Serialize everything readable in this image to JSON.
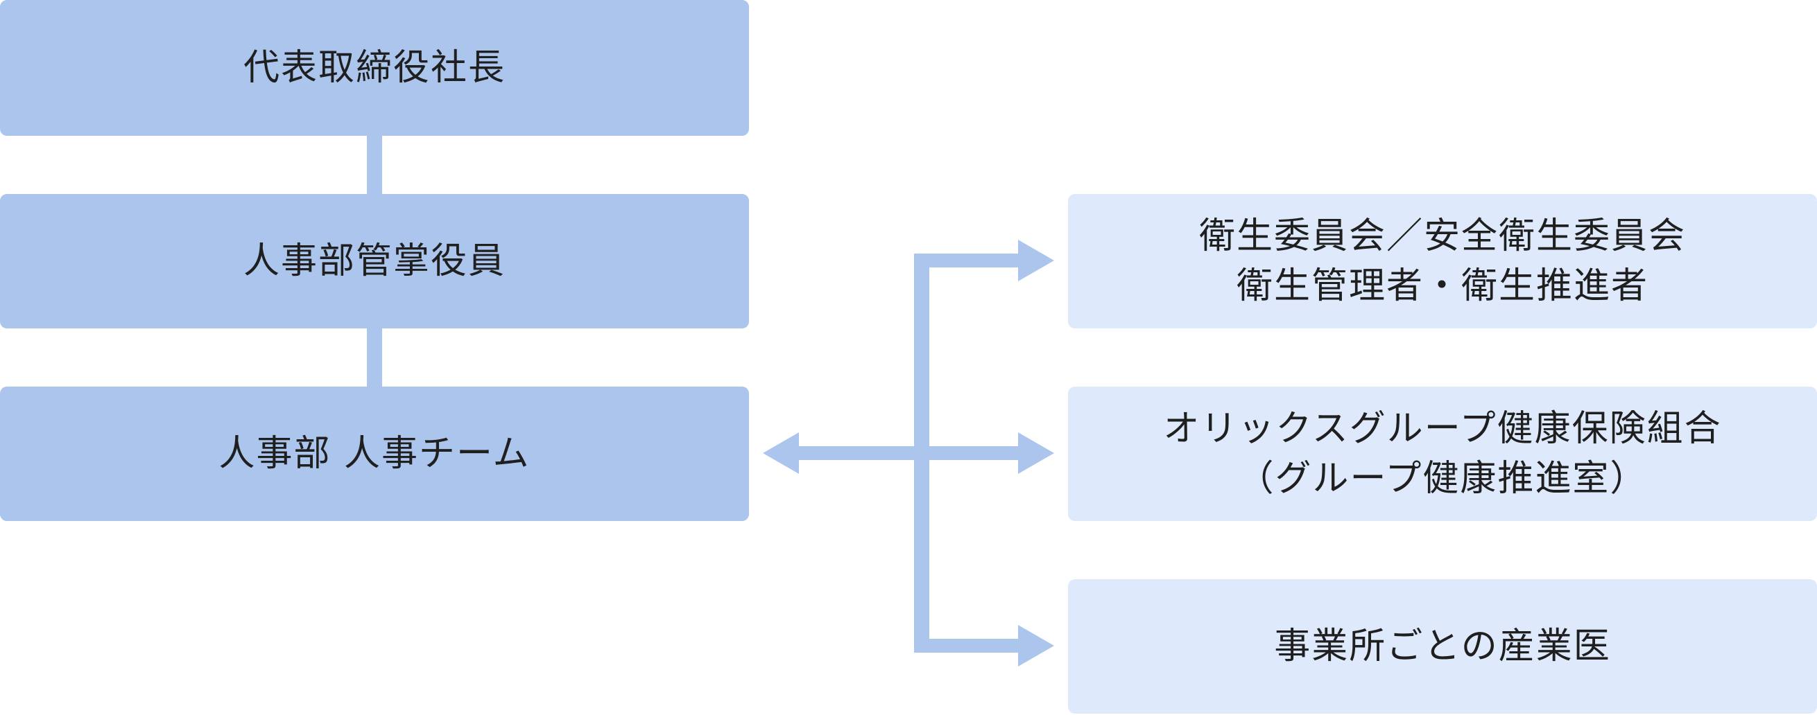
{
  "diagram": {
    "colors": {
      "left_box": "#abc5ed",
      "right_box": "#deeafb",
      "connector": "#abc5ed"
    },
    "left_column": [
      {
        "label": "代表取締役社長"
      },
      {
        "label": "人事部管掌役員"
      },
      {
        "label": "人事部 人事チーム"
      }
    ],
    "right_column": [
      {
        "lines": [
          "衛生委員会／安全衛生委員会",
          "衛生管理者・衛生推進者"
        ]
      },
      {
        "lines": [
          "オリックスグループ健康保険組合",
          "（グループ健康推進室）"
        ]
      },
      {
        "lines": [
          "事業所ごとの産業医"
        ]
      }
    ]
  }
}
